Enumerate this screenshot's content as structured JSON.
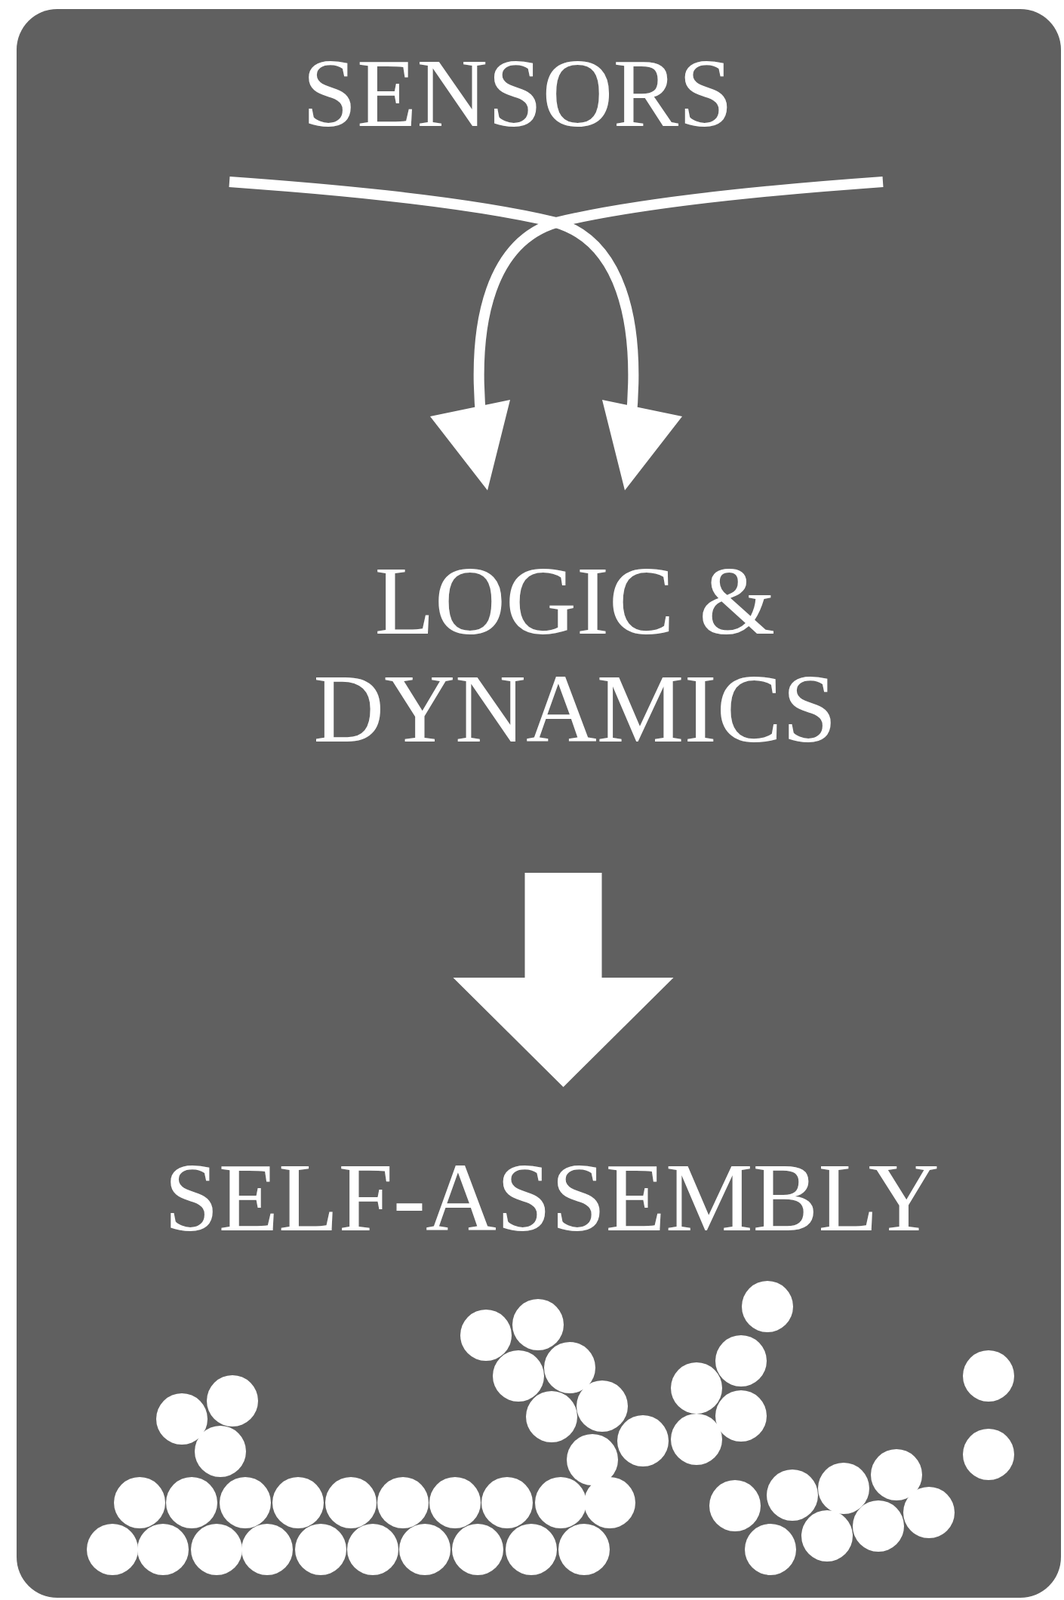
{
  "diagram": {
    "nodes": [
      {
        "text": [
          "SENSORS"
        ]
      },
      {
        "text": [
          "LOGIC & DYNAMICS"
        ]
      },
      {
        "text": [
          "SELF-ASSEMBLY"
        ]
      }
    ],
    "edges": [
      {
        "from": 0,
        "to": 1,
        "arrow": "to"
      },
      {
        "from": 0,
        "to": 1,
        "arrow": "to"
      },
      {
        "from": 1,
        "to": 2,
        "arrow": "to"
      }
    ]
  }
}
